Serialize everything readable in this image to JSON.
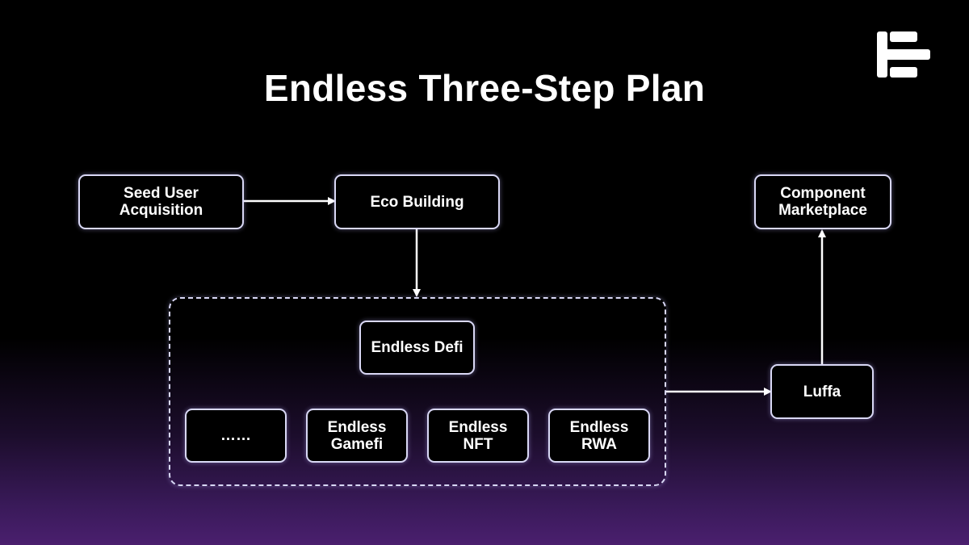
{
  "title": "Endless Three-Step Plan",
  "nodes": {
    "seed_user_acquisition": "Seed User\nAcquisition",
    "eco_building": "Eco Building",
    "component_marketplace": "Component\nMarketplace",
    "endless_defi": "Endless Defi",
    "more": "……",
    "endless_gamefi": "Endless\nGamefi",
    "endless_nft": "Endless\nNFT",
    "endless_rwa": "Endless\nRWA",
    "luffa": "Luffa"
  },
  "edges": [
    {
      "from": "seed_user_acquisition",
      "to": "eco_building"
    },
    {
      "from": "eco_building",
      "to": "ecosystem_group"
    },
    {
      "from": "ecosystem_group",
      "to": "luffa"
    },
    {
      "from": "luffa",
      "to": "component_marketplace"
    }
  ],
  "colors": {
    "background": "#000000",
    "background_bottom": "#4a1f6e",
    "box_border": "#d9d8f5",
    "text": "#ffffff"
  },
  "logo": {
    "icon": "endless-logo-icon"
  }
}
